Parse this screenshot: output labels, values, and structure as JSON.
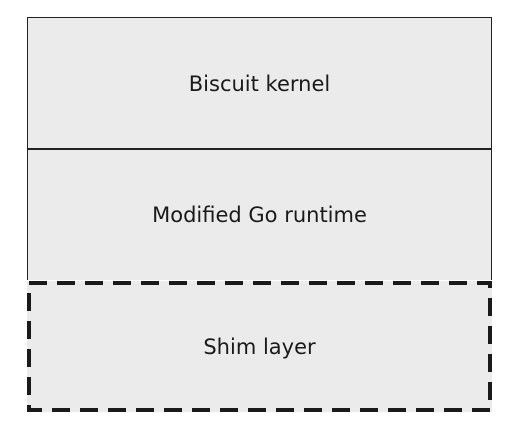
{
  "diagram": {
    "layers": [
      {
        "label": "Biscuit kernel"
      },
      {
        "label": "Modified Go runtime"
      },
      {
        "label": "Shim layer"
      }
    ]
  }
}
